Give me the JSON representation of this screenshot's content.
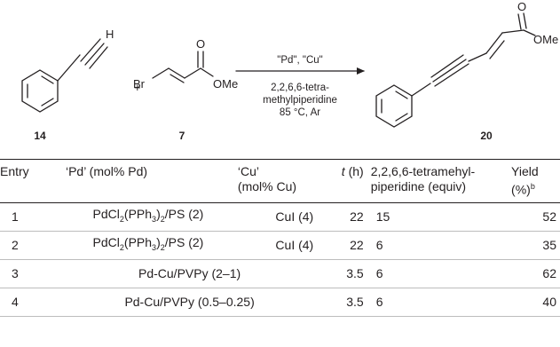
{
  "scheme": {
    "compounds": [
      {
        "label": "14"
      },
      {
        "label": "7"
      },
      {
        "label": "20"
      }
    ],
    "plus": "+",
    "atoms": {
      "h": "H",
      "br": "Br",
      "o1": "O",
      "ome1": "OMe",
      "o2": "O",
      "ome2": "OMe"
    },
    "conditions_above": "\"Pd\", \"Cu\"",
    "conditions_below": [
      "2,2,6,6-tetra-",
      "methylpiperidine",
      "85 °C, Ar"
    ]
  },
  "table": {
    "headers": {
      "entry": "Entry",
      "pd": "‘Pd’ (mol% Pd)",
      "cu_line1": "‘Cu’",
      "cu_line2": "(mol% Cu)",
      "t_var": "t",
      "t_unit": " (h)",
      "base_line1": "2,2,6,6-tetramehyl-",
      "base_line2": "piperidine (equiv)",
      "yield_line1": "Yield",
      "yield_line2": "(%)",
      "yield_sup": "b"
    },
    "rows": [
      {
        "entry": "1",
        "pd_main": "PdCl",
        "pd_sub1": "2",
        "pd_mid": "(PPh",
        "pd_sub2": "3",
        "pd_close": ")",
        "pd_sub3": "2",
        "pd_tail": "/PS (2)",
        "cu": "CuI (4)",
        "t": "22",
        "equiv": "15",
        "yield": "52"
      },
      {
        "entry": "2",
        "pd_main": "PdCl",
        "pd_sub1": "2",
        "pd_mid": "(PPh",
        "pd_sub2": "3",
        "pd_close": ")",
        "pd_sub3": "2",
        "pd_tail": "/PS (2)",
        "cu": "CuI (4)",
        "t": "22",
        "equiv": "6",
        "yield": "35"
      }
    ],
    "merged_rows": [
      {
        "entry": "3",
        "catalyst": "Pd-Cu/PVPy (2–1)",
        "t": "3.5",
        "equiv": "6",
        "yield": "62"
      },
      {
        "entry": "4",
        "catalyst": "Pd-Cu/PVPy (0.5–0.25)",
        "t": "3.5",
        "equiv": "6",
        "yield": "40"
      }
    ]
  }
}
